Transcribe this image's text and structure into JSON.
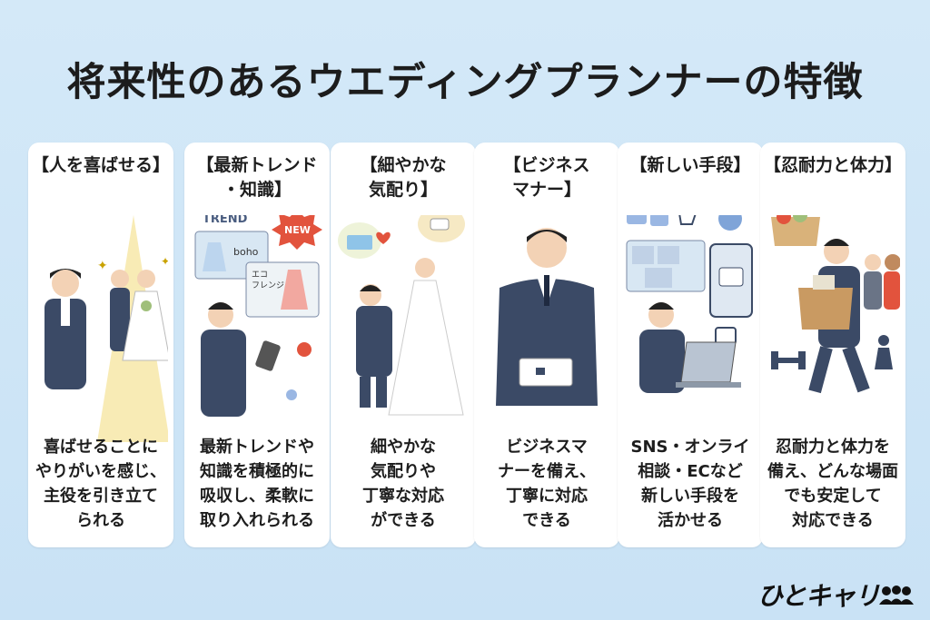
{
  "title": "将来性のあるウエディングプランナーの特徴",
  "cards": [
    {
      "head": [
        "【人を喜ばせる】"
      ],
      "body": [
        "喜ばせることに",
        "やりがいを感じ、",
        "主役を引き立て",
        "られる"
      ]
    },
    {
      "head": [
        "【最新トレンド",
        "・知識】"
      ],
      "body": [
        "最新トレンドや",
        "知識を積極的に",
        "吸収し、柔軟に",
        "取り入れられる"
      ],
      "ill_text": {
        "trend": "TREND",
        "new": "NEW",
        "boho": "boho",
        "eco": "エコ",
        "eco2": "フレンジ"
      }
    },
    {
      "head": [
        "【細やかな",
        "気配り】"
      ],
      "body": [
        "細やかな",
        "気配りや",
        "丁寧な対応",
        "ができる"
      ]
    },
    {
      "head": [
        "【ビジネス",
        "マナー】"
      ],
      "body": [
        "ビジネスマ",
        "ナーを備え、",
        "丁寧に対応",
        "できる"
      ]
    },
    {
      "head": [
        "【新しい手段】"
      ],
      "body": [
        "SNS・オンライ",
        "相談・ECなど",
        "新しい手段を",
        "活かせる"
      ]
    },
    {
      "head": [
        "【忍耐力と体力】"
      ],
      "body": [
        "忍耐力と体力を",
        "備え、どんな場面",
        "でも安定して",
        "対応できる"
      ]
    }
  ],
  "logo": "ひとキャリ",
  "colors": {
    "background": "#cfe6f7",
    "card": "#ffffff",
    "suit": "#3b4a66",
    "accent_red": "#e2533d",
    "spotlight": "#f7e7a8"
  }
}
